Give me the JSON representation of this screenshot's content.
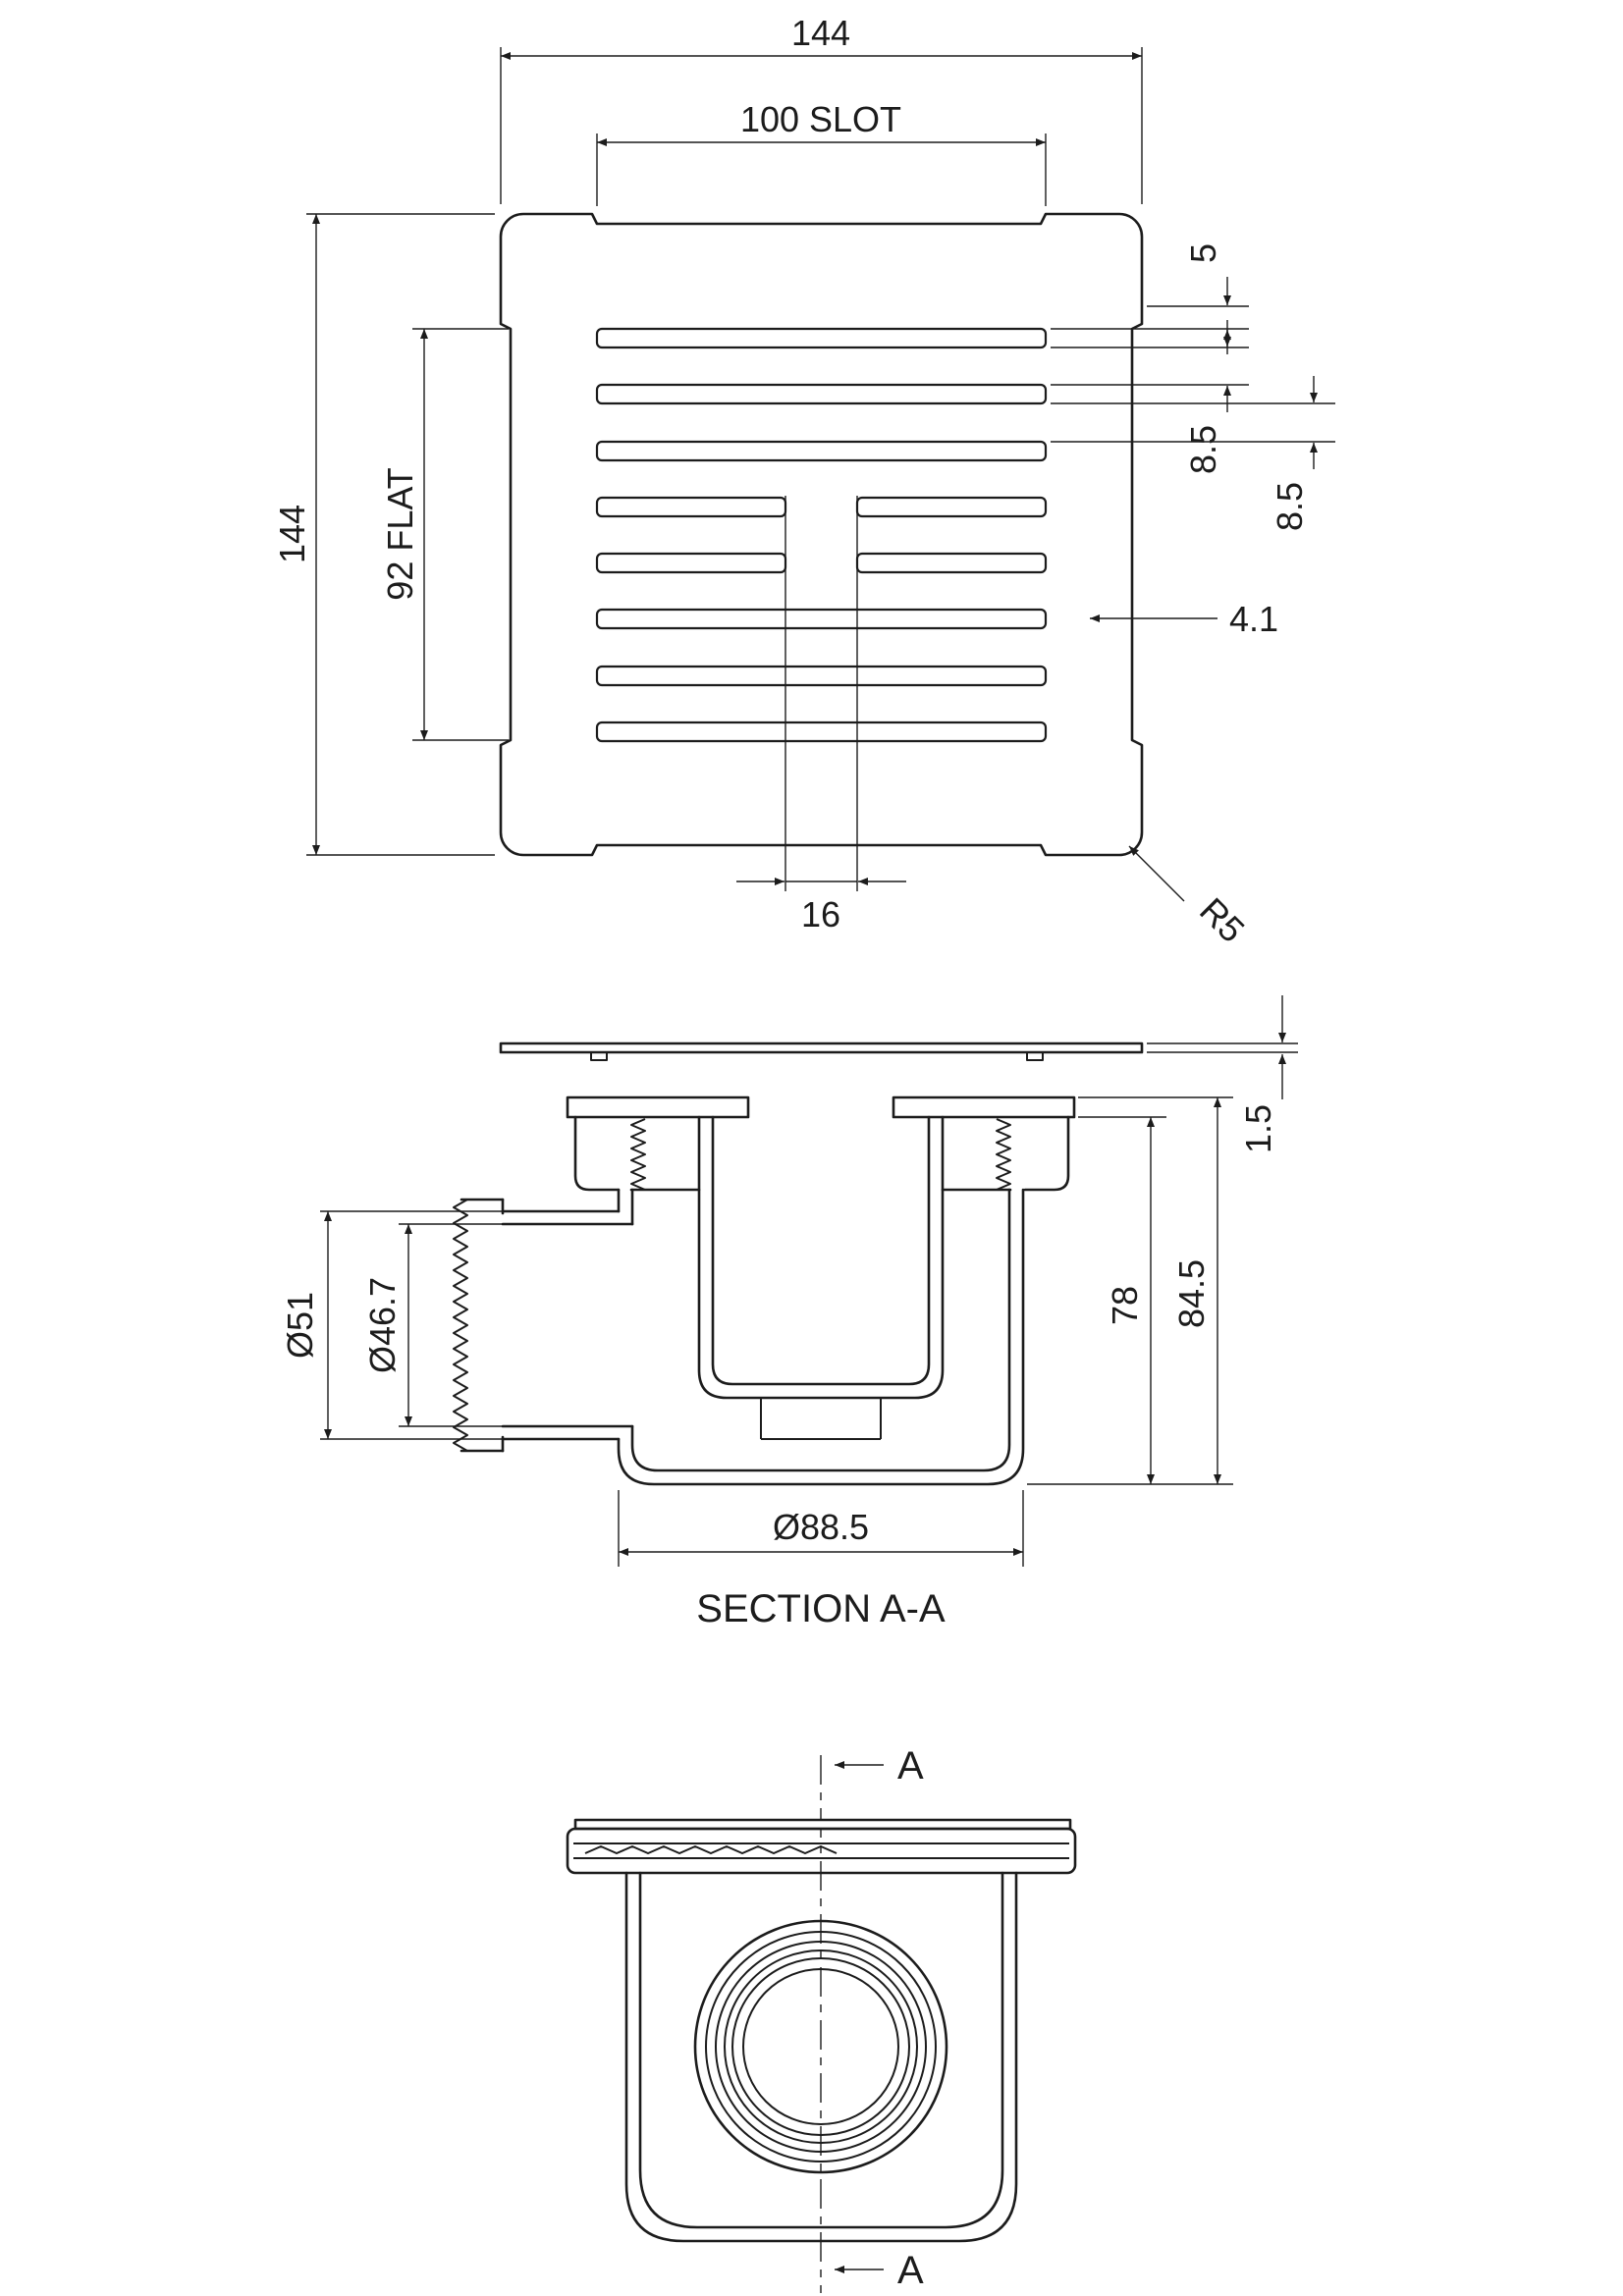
{
  "drawing": {
    "background": "#ffffff",
    "line_color": "#1c1c1c",
    "views": {
      "top": {
        "dims": {
          "overall_width": "144",
          "slot_width": "100  SLOT",
          "overall_height": "144",
          "flat": "92  FLAT",
          "edge_gap": "5",
          "slot_gap_a": "8.5",
          "slot_gap_b": "8.5",
          "slot_height": "4.1",
          "center_gap": "16",
          "corner_radius": "R5"
        }
      },
      "section": {
        "label": "SECTION A-A",
        "dims": {
          "plate_thickness": "1.5",
          "pipe_od": "Ø51",
          "pipe_id": "Ø46.7",
          "body_depth": "78",
          "overall_depth": "84.5",
          "body_diameter": "Ø88.5"
        }
      },
      "side": {
        "cut_label_top": "A",
        "cut_label_bottom": "A"
      }
    }
  }
}
